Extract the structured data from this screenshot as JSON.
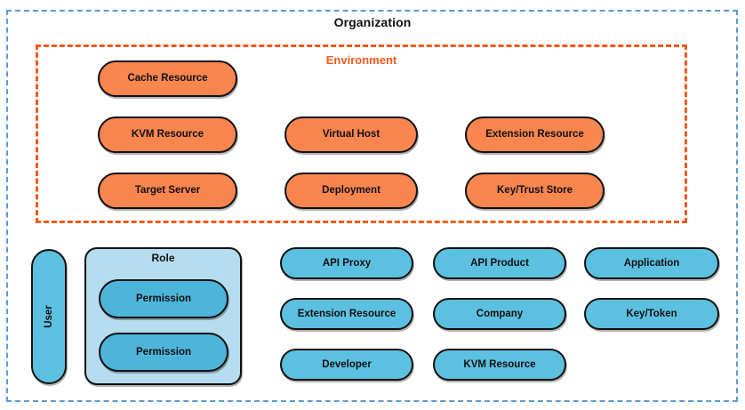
{
  "diagram": {
    "organization": {
      "title": "Organization",
      "border_color": "#5b9bd5"
    },
    "environment": {
      "title": "Environment",
      "border_color": "#f4591f",
      "fill_color": "#f9854f"
    },
    "org_scope_fill": "#5cc0e0",
    "role_fill": "#b5dcef",
    "permission_fill": "#4db5d9",
    "environment_nodes": [
      {
        "label": "Cache Resource",
        "col": 1,
        "row": 1
      },
      {
        "label": "KVM Resource",
        "col": 1,
        "row": 2
      },
      {
        "label": "Target Server",
        "col": 1,
        "row": 3
      },
      {
        "label": "Virtual Host",
        "col": 2,
        "row": 2
      },
      {
        "label": "Deployment",
        "col": 2,
        "row": 3
      },
      {
        "label": "Extension Resource",
        "col": 3,
        "row": 2
      },
      {
        "label": "Key/Trust Store",
        "col": 3,
        "row": 3
      }
    ],
    "user": {
      "label": "User",
      "orientation": "vertical"
    },
    "role": {
      "label": "Role",
      "permissions": [
        {
          "label": "Permission"
        },
        {
          "label": "Permission"
        }
      ]
    },
    "org_nodes": [
      {
        "label": "API Proxy",
        "col": 1,
        "row": 1
      },
      {
        "label": "Extension Resource",
        "col": 1,
        "row": 2
      },
      {
        "label": "Developer",
        "col": 1,
        "row": 3
      },
      {
        "label": "API Product",
        "col": 2,
        "row": 1
      },
      {
        "label": "Company",
        "col": 2,
        "row": 2
      },
      {
        "label": "KVM Resource",
        "col": 2,
        "row": 3
      },
      {
        "label": "Application",
        "col": 3,
        "row": 1
      },
      {
        "label": "Key/Token",
        "col": 3,
        "row": 2
      }
    ]
  }
}
